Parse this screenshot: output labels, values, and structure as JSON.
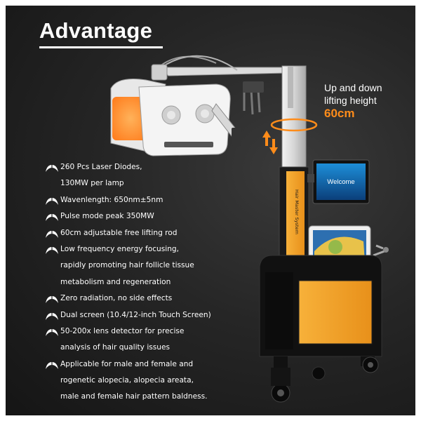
{
  "title": "Advantage",
  "lift": {
    "caption_line1": "Up and down",
    "caption_line2": "lifting height",
    "value": "60cm"
  },
  "machine": {
    "column_label": "Hair Master System",
    "screen_text": "Welcome"
  },
  "features": [
    {
      "lines": [
        "260 Pcs Laser Diodes,",
        "130MW per lamp"
      ]
    },
    {
      "lines": [
        "Wavenlength: 650nm±5nm"
      ]
    },
    {
      "lines": [
        "Pulse mode peak 350MW"
      ]
    },
    {
      "lines": [
        "60cm adjustable free lifting rod"
      ]
    },
    {
      "lines": [
        "Low frequency energy focusing,",
        "rapidly promoting hair follicle tissue",
        "metabolism and regeneration"
      ]
    },
    {
      "lines": [
        "Zero radiation, no side effects"
      ]
    },
    {
      "lines": [
        "Dual screen (10.4/12-inch Touch Screen)"
      ]
    },
    {
      "lines": [
        "50-200x lens detector for precise",
        "analysis of hair quality issues"
      ]
    },
    {
      "lines": [
        "Applicable for male and female and",
        "rogenetic alopecia, alopecia areata,",
        "male and female hair pattern baldness."
      ]
    }
  ],
  "bullet_icon": "leaf-icon",
  "colors": {
    "background": "#262626",
    "accent": "#ff8c1a",
    "text": "#ffffff",
    "machine_yellow": "#f5a623"
  }
}
